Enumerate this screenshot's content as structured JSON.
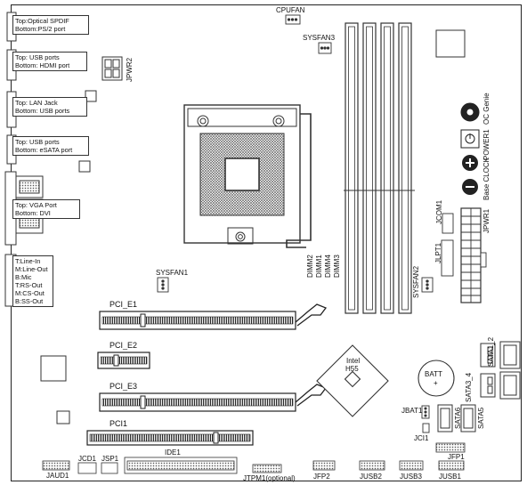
{
  "io": {
    "spdif": {
      "top": "Top:Optical SPDIF",
      "bottom": "Bottom:PS/2 port"
    },
    "usb_hdmi": {
      "top": "Top: USB ports",
      "bottom": "Bottom: HDMI port"
    },
    "lan_usb": {
      "top": "Top: LAN Jack",
      "bottom": "Bottom: USB ports"
    },
    "usb_esata": {
      "top": "Top: USB ports",
      "bottom": "Bottom: eSATA port"
    },
    "vga_dvi": {
      "top": "Top: VGA Port",
      "bottom": "Bottom: DVI"
    },
    "audio": [
      "T:Line-In",
      "M:Line-Out",
      "B:Mic",
      "T:RS-Out",
      "M:CS-Out",
      "B:SS-Out"
    ]
  },
  "headers": {
    "cpufan": "CPUFAN",
    "sysfan3": "SYSFAN3",
    "jpwr2": "JPWR2",
    "sysfan1": "SYSFAN1",
    "sysfan2": "SYSFAN2",
    "jcom1": "JCOM1",
    "jlpt1": "JLPT1",
    "jpwr1": "JPWR1",
    "oc_genie": "OC Genie",
    "power1": "POWER1",
    "base_clock": "Base CLOCK",
    "dimms": [
      "DIMM2",
      "DIMM1",
      "DIMM4",
      "DIMM3"
    ],
    "pcie1": "PCI_E1",
    "pcie2": "PCI_E2",
    "pcie3": "PCI_E3",
    "pci1": "PCI1",
    "chipset_brand": "Intel",
    "chipset_model": "H55",
    "batt": "BATT",
    "batt_sign": "+",
    "sata12": "SATA1_2",
    "sata34": "SATA3_4",
    "sata5": "SATA5",
    "sata6": "SATA6",
    "jbat1": "JBAT1",
    "jci1": "JCI1",
    "jfp1": "JFP1",
    "jaud1": "JAUD1",
    "jcd1": "JCD1",
    "jsp1": "JSP1",
    "ide1": "IDE1",
    "jtpm1": "JTPM1(optional)",
    "jfp2": "JFP2",
    "jusb2": "JUSB2",
    "jusb3": "JUSB3",
    "jusb1": "JUSB1"
  }
}
